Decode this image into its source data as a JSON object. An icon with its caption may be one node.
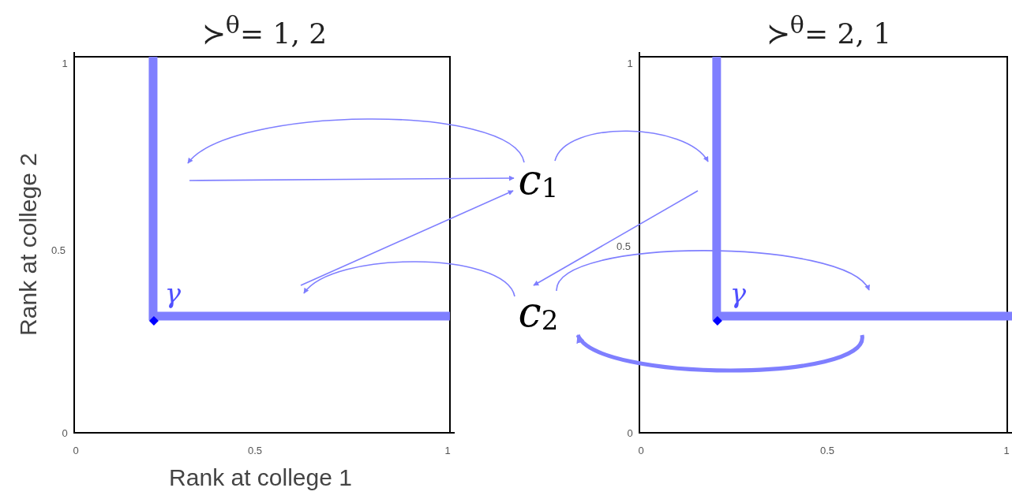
{
  "diagram": {
    "nodes": [
      {
        "text": [
          "c$_{1}$"
        ]
      },
      {
        "text": [
          "c$_{2}$"
        ]
      }
    ],
    "edges": [
      {
        "from": 0,
        "to": null,
        "arrow": "to"
      },
      {
        "from": null,
        "to": 0,
        "arrow": "to"
      },
      {
        "from": null,
        "to": 0,
        "arrow": "to"
      },
      {
        "from": 1,
        "to": null,
        "arrow": "to"
      },
      {
        "from": 0,
        "to": null,
        "arrow": "to"
      },
      {
        "from": null,
        "to": 1,
        "arrow": "to"
      },
      {
        "from": 1,
        "to": null,
        "arrow": "to"
      },
      {
        "from": null,
        "to": 1,
        "arrow": "to",
        "style": "thick"
      }
    ],
    "labels": [
      "≻$^{θ}$= 1, 2",
      "≻$^{θ}$= 2, 1",
      "1",
      "0.5",
      "0",
      "Rank at college 2",
      "γ",
      "0",
      "0.5",
      "1",
      "Rank at college 1",
      "1",
      "0.5",
      "0",
      "γ",
      "0",
      "0.5",
      "1"
    ]
  }
}
